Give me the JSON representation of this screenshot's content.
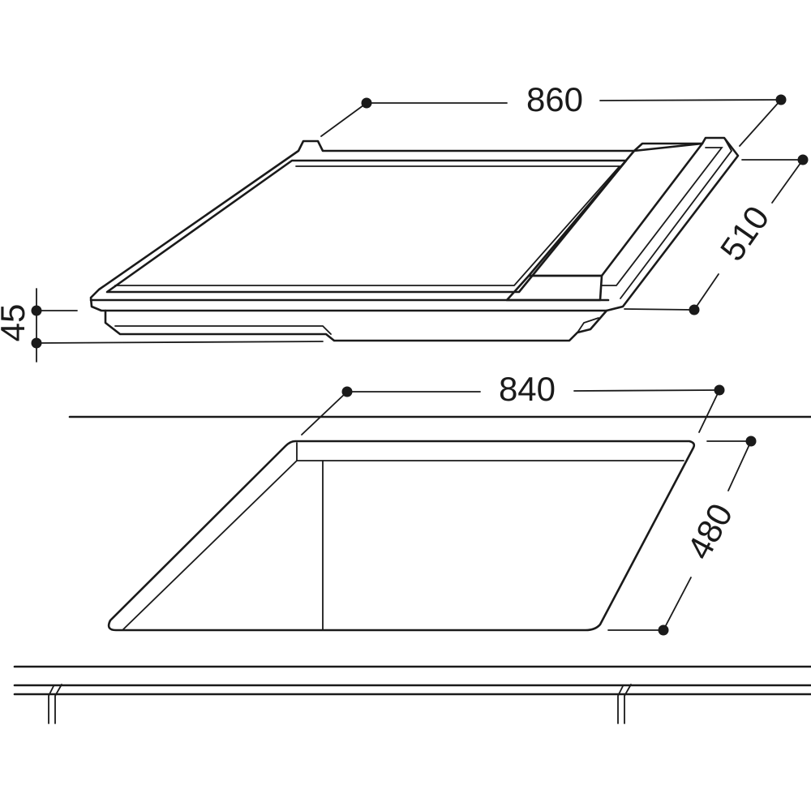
{
  "dimensions": {
    "hob_width": "860",
    "hob_depth": "510",
    "hob_height": "45",
    "cutout_width": "840",
    "cutout_depth": "480"
  }
}
